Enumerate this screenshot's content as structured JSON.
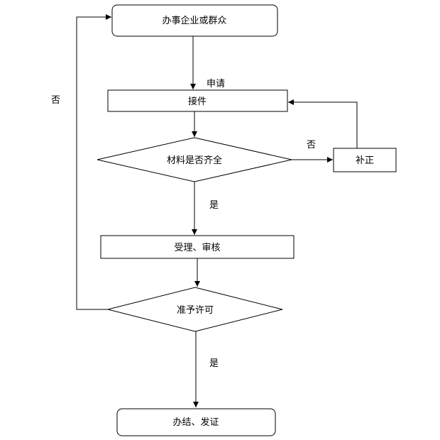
{
  "nodes": {
    "applicant": "办事企业或群众",
    "receive": "接件",
    "materials_check": "材料是否齐全",
    "supplement": "补正",
    "accept_review": "受理、审核",
    "permit_decision": "准予许可",
    "complete": "办结、发证"
  },
  "edges": {
    "apply": "申请",
    "materials_no": "否",
    "materials_yes": "是",
    "permit_no": "否",
    "permit_yes": "是"
  }
}
